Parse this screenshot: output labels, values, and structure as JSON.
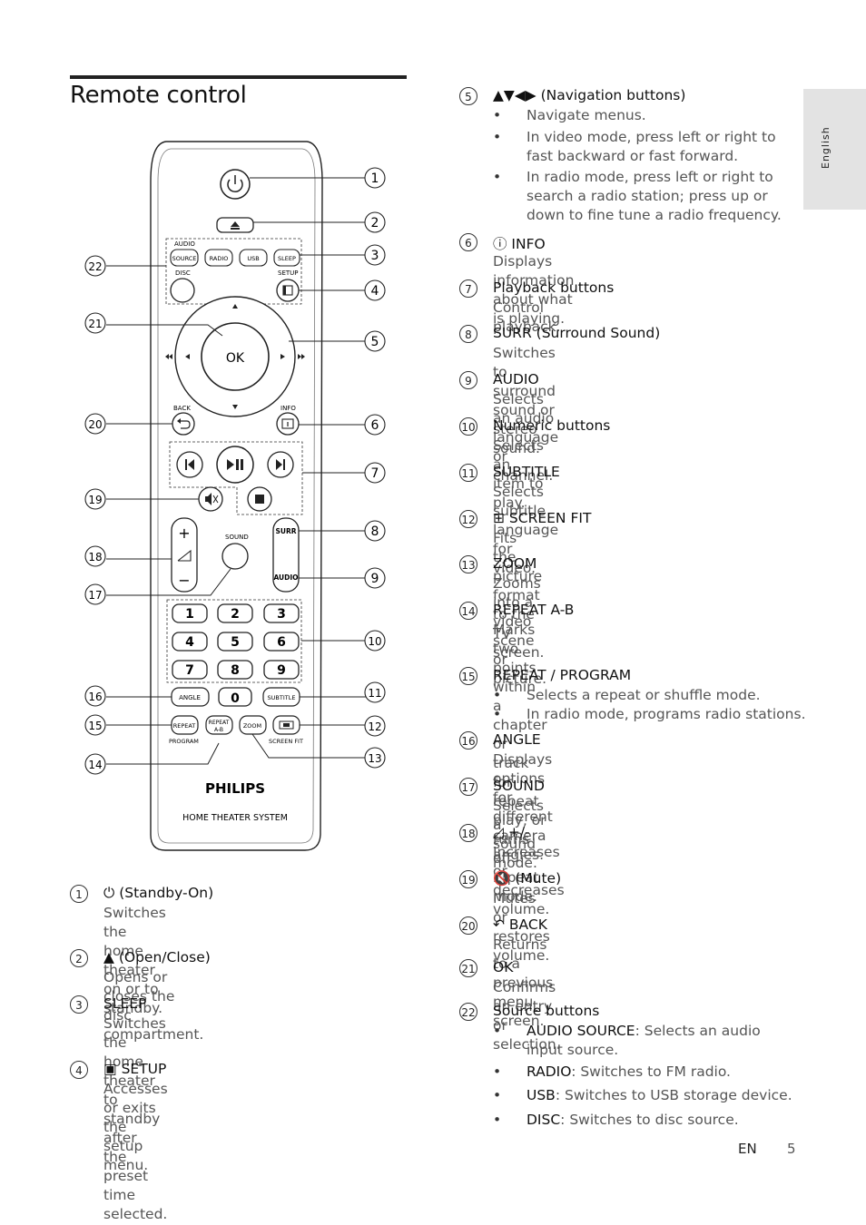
{
  "page": {
    "title": "Remote control",
    "side_tab": "English",
    "footer_lang": "EN",
    "page_number": "5"
  },
  "remote": {
    "brand": "PHILIPS",
    "model_text": "HOME THEATER SYSTEM",
    "labels": {
      "audio": "AUDIO",
      "source": "SOURCE",
      "radio": "RADIO",
      "usb": "USB",
      "sleep": "SLEEP",
      "disc": "DISC",
      "setup": "SETUP",
      "ok": "OK",
      "back": "BACK",
      "info": "INFO",
      "sound": "SOUND",
      "surr": "SURR",
      "audio2": "AUDIO",
      "angle": "ANGLE",
      "subtitle": "SUBTITLE",
      "repeat": "REPEAT",
      "program": "PROGRAM",
      "repeat_ab_1": "REPEAT",
      "repeat_ab_2": "A-B",
      "zoom": "ZOOM",
      "screen_fit": "SCREEN FIT",
      "plus": "+",
      "minus": "−"
    },
    "keys": [
      "1",
      "2",
      "3",
      "4",
      "5",
      "6",
      "7",
      "8",
      "9",
      "0"
    ],
    "callouts": [
      "1",
      "2",
      "3",
      "4",
      "5",
      "6",
      "7",
      "8",
      "9",
      "10",
      "11",
      "12",
      "13",
      "14",
      "15",
      "16",
      "17",
      "18",
      "19",
      "20",
      "21",
      "22"
    ]
  },
  "left_items": [
    {
      "n": "1",
      "head": "⏻ (Standby-On)",
      "desc": [
        "Switches the home theater on or to",
        "standby."
      ]
    },
    {
      "n": "2",
      "head": "▲ (Open/Close)",
      "desc": [
        "Opens or closes the disc compartment."
      ]
    },
    {
      "n": "3",
      "head": "SLEEP",
      "desc": [
        "Switches the home theater to standby after",
        "the preset time selected."
      ]
    },
    {
      "n": "4",
      "head": "▣ SETUP",
      "desc": [
        "Accesses or exits the setup menu."
      ]
    }
  ],
  "item5": {
    "n": "5",
    "head": "▲▼◀▶ (Navigation buttons)",
    "bullets": [
      [
        "Navigate menus."
      ],
      [
        "In video mode, press left or right to",
        "fast backward or fast forward."
      ],
      [
        "In radio mode, press left or right to",
        "search a radio station; press up or",
        "down to fine tune a radio frequency."
      ]
    ]
  },
  "right_items": [
    {
      "n": "6",
      "head": "ⓘ INFO",
      "desc": [
        "Displays information about what is playing."
      ]
    },
    {
      "n": "7",
      "head": "Playback buttons",
      "desc": [
        "Control playback."
      ]
    },
    {
      "n": "8",
      "head": "SURR (Surround Sound)",
      "desc": [
        "Switches to surround sound or stereo sound."
      ]
    },
    {
      "n": "9",
      "head": "AUDIO",
      "desc": [
        "Selects an audio language or channel."
      ]
    },
    {
      "n": "10",
      "head": "Numeric buttons",
      "desc": [
        "Selects an item to play."
      ]
    },
    {
      "n": "11",
      "head": "SUBTITLE",
      "desc": [
        "Selects subtitle language for video."
      ]
    },
    {
      "n": "12",
      "head": "⊞ SCREEN FIT",
      "desc": [
        "Fits the picture format to the TV screen."
      ]
    },
    {
      "n": "13",
      "head": "ZOOM",
      "desc": [
        "Zooms into a video scene or picture."
      ]
    },
    {
      "n": "14",
      "head": "REPEAT A-B",
      "desc": [
        "Marks two points within a chapter or track",
        "for repeat play, or turns off repeat mode."
      ]
    }
  ],
  "item15": {
    "n": "15",
    "head": "REPEAT / PROGRAM",
    "bullets": [
      [
        "Selects a repeat or shuffle mode."
      ],
      [
        "In radio mode, programs radio stations."
      ]
    ]
  },
  "right_items2": [
    {
      "n": "16",
      "head": "ANGLE",
      "desc": [
        "Displays options for different camera angles."
      ]
    },
    {
      "n": "17",
      "head": "SOUND",
      "desc": [
        "Selects a sound mode."
      ]
    },
    {
      "n": "18",
      "head": "◿ +/-",
      "desc": [
        "Increases or decreases volume."
      ]
    },
    {
      "n": "19",
      "head": "🔇 (Mute)",
      "desc": [
        "Mutes or restores volume."
      ]
    },
    {
      "n": "20",
      "head": "↶ BACK",
      "desc": [
        "Returns to a previous menu screen."
      ]
    },
    {
      "n": "21",
      "head": "OK",
      "desc": [
        "Confirms an entry or selection."
      ]
    }
  ],
  "item22": {
    "n": "22",
    "head": "Source buttons",
    "bullets": [
      {
        "key": "AUDIO SOURCE",
        "text": ": Selects an audio",
        "cont": "input source."
      },
      {
        "key": "RADIO",
        "text": ": Switches to FM radio."
      },
      {
        "key": "USB",
        "text": ": Switches to USB storage device."
      },
      {
        "key": "DISC",
        "text": ": Switches to disc source."
      }
    ]
  }
}
